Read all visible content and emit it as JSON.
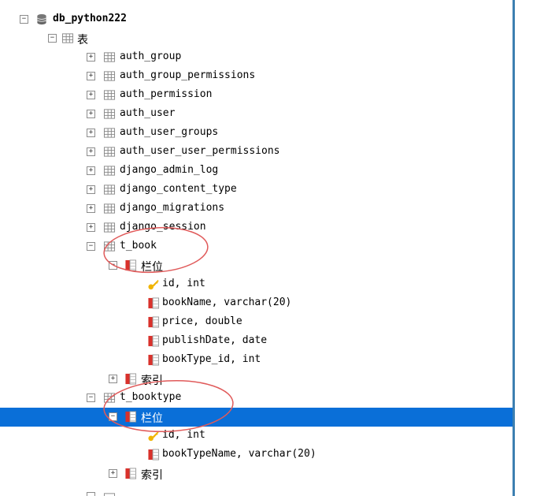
{
  "tree": {
    "database": {
      "label": "db_python222",
      "icon": "database-icon",
      "expander": "−"
    },
    "tables_folder": {
      "label": "表",
      "icon": "tables-folder-icon",
      "expander": "−"
    },
    "tables": [
      {
        "label": "auth_group",
        "expander": "+"
      },
      {
        "label": "auth_group_permissions",
        "expander": "+"
      },
      {
        "label": "auth_permission",
        "expander": "+"
      },
      {
        "label": "auth_user",
        "expander": "+"
      },
      {
        "label": "auth_user_groups",
        "expander": "+"
      },
      {
        "label": "auth_user_user_permissions",
        "expander": "+"
      },
      {
        "label": "django_admin_log",
        "expander": "+"
      },
      {
        "label": "django_content_type",
        "expander": "+"
      },
      {
        "label": "django_migrations",
        "expander": "+"
      },
      {
        "label": "django_session",
        "expander": "+"
      }
    ],
    "t_book": {
      "label": "t_book",
      "expander": "−",
      "fields_folder": {
        "label": "栏位",
        "expander": "−"
      },
      "fields": [
        {
          "label": "id, int",
          "icon": "key-icon"
        },
        {
          "label": "bookName, varchar(20)",
          "icon": "column-icon"
        },
        {
          "label": "price, double",
          "icon": "column-icon"
        },
        {
          "label": "publishDate, date",
          "icon": "column-icon"
        },
        {
          "label": "bookType_id, int",
          "icon": "column-icon"
        }
      ],
      "indexes_folder": {
        "label": "索引",
        "expander": "+"
      }
    },
    "t_booktype": {
      "label": "t_booktype",
      "expander": "−",
      "fields_folder": {
        "label": "栏位",
        "expander": "−",
        "selected": true
      },
      "fields": [
        {
          "label": "id, int",
          "icon": "key-icon"
        },
        {
          "label": "bookTypeName, varchar(20)",
          "icon": "column-icon"
        }
      ],
      "indexes_folder": {
        "label": "索引",
        "expander": "+"
      }
    }
  },
  "colors": {
    "selection": "#0a6fd8",
    "annotation": "#e05a5a",
    "key": "#f0b400",
    "column_red": "#d9312b",
    "scrollbar": "#3c7fb1"
  }
}
